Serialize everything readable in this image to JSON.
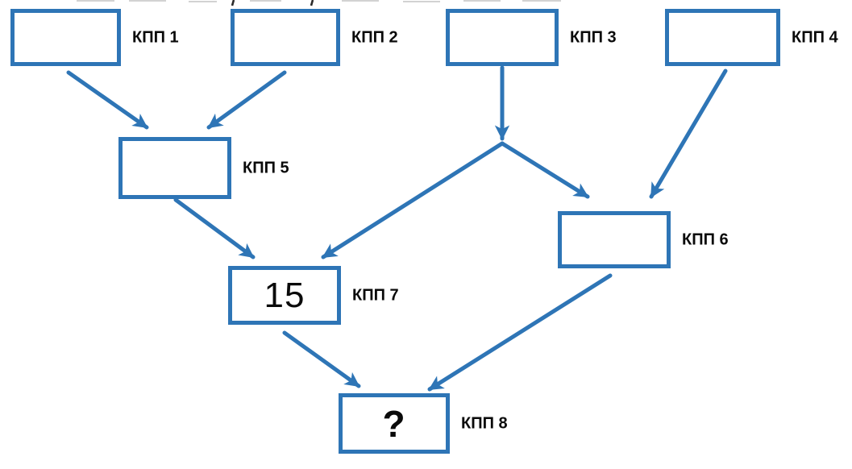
{
  "diagram": {
    "title_fragment_visible": true,
    "colors": {
      "accent": "#2e75b6",
      "box_fill": "#ffffff",
      "text": "#0a0a0a",
      "background": "#ffffff"
    },
    "nodes": [
      {
        "id": "kpp1",
        "label": "КПП 1",
        "value": ""
      },
      {
        "id": "kpp2",
        "label": "КПП 2",
        "value": ""
      },
      {
        "id": "kpp3",
        "label": "КПП 3",
        "value": ""
      },
      {
        "id": "kpp4",
        "label": "КПП 4",
        "value": ""
      },
      {
        "id": "kpp5",
        "label": "КПП 5",
        "value": ""
      },
      {
        "id": "kpp6",
        "label": "КПП 6",
        "value": ""
      },
      {
        "id": "kpp7",
        "label": "КПП 7",
        "value": "15"
      },
      {
        "id": "kpp8",
        "label": "КПП 8",
        "value": "?"
      }
    ],
    "edges": [
      {
        "from": "КПП 1",
        "to": "КПП 5"
      },
      {
        "from": "КПП 2",
        "to": "КПП 5"
      },
      {
        "from": "КПП 3",
        "to": "КПП 7"
      },
      {
        "from": "КПП 3",
        "to": "КПП 6"
      },
      {
        "from": "КПП 4",
        "to": "КПП 6"
      },
      {
        "from": "КПП 5",
        "to": "КПП 7"
      },
      {
        "from": "КПП 7",
        "to": "КПП 8"
      },
      {
        "from": "КПП 6",
        "to": "КПП 8"
      }
    ]
  }
}
